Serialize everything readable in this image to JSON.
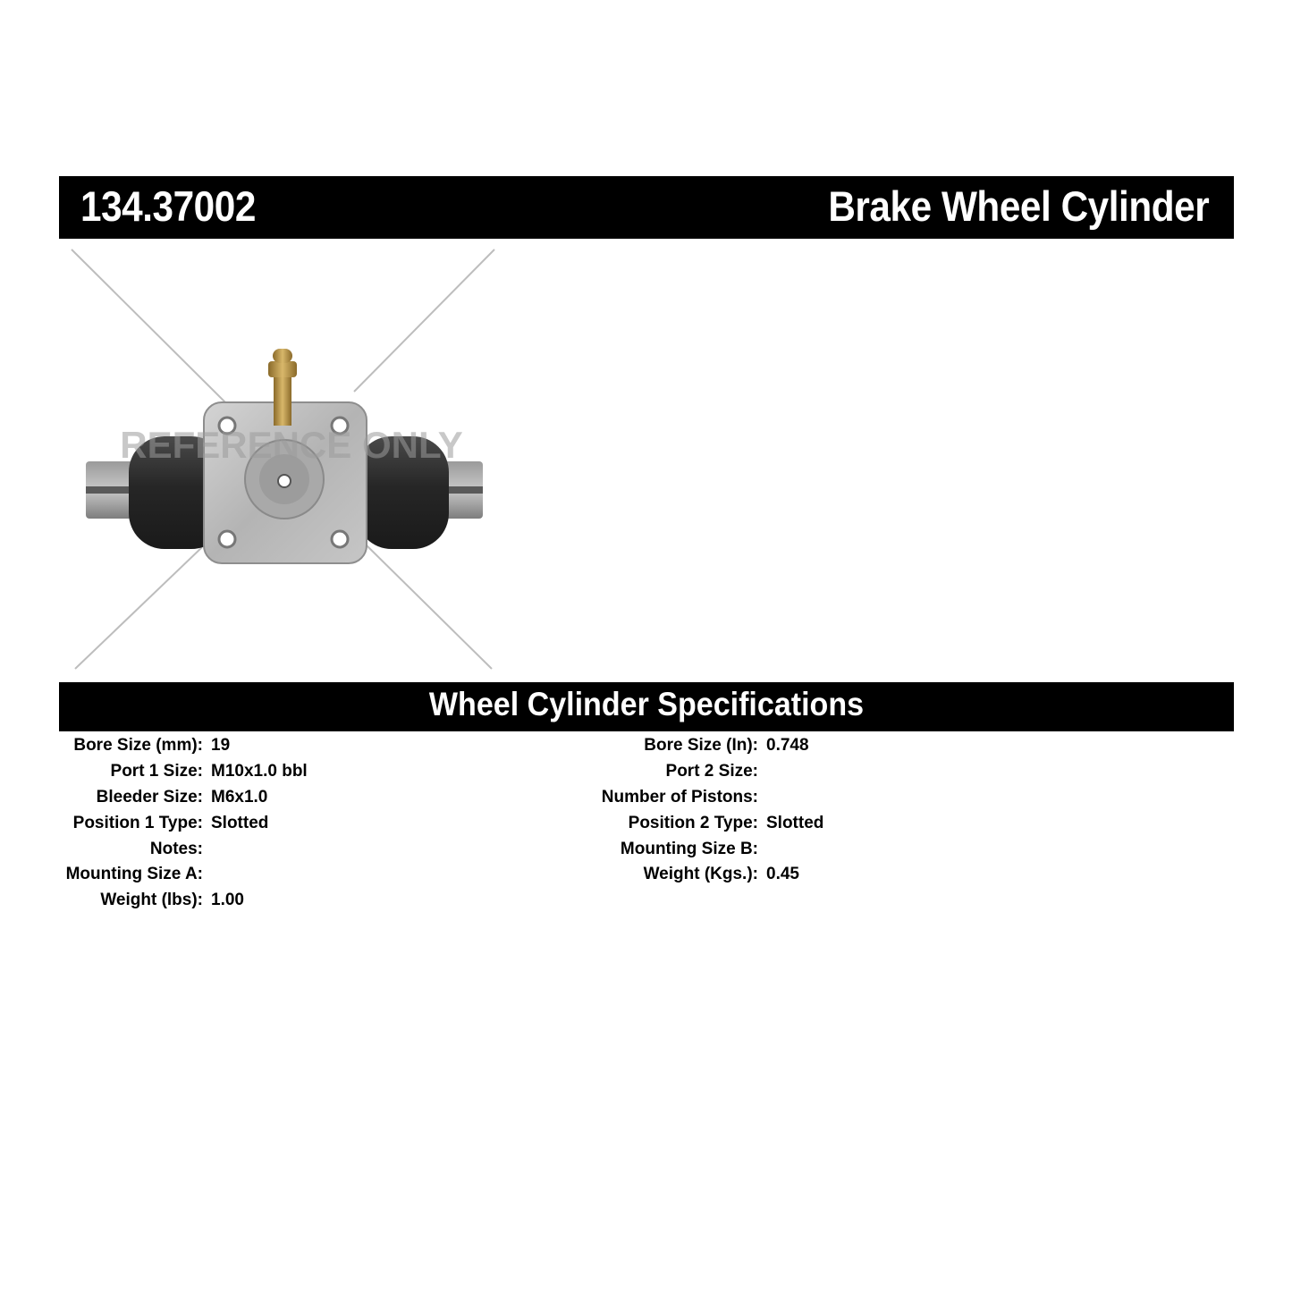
{
  "header": {
    "part_number": "134.37002",
    "product_title": "Brake Wheel Cylinder"
  },
  "image": {
    "watermark": "REFERENCE ONLY",
    "icon": "wheel-cylinder-photo"
  },
  "specs": {
    "title": "Wheel Cylinder Specifications",
    "left": [
      {
        "label": "Bore Size (mm):",
        "value": "19"
      },
      {
        "label": "Port 1 Size:",
        "value": "M10x1.0 bbl"
      },
      {
        "label": "Bleeder Size:",
        "value": "M6x1.0"
      },
      {
        "label": "Position 1 Type:",
        "value": "Slotted"
      },
      {
        "label": "Notes:",
        "value": ""
      },
      {
        "label": "Mounting Size A:",
        "value": ""
      },
      {
        "label": "Weight (lbs):",
        "value": "1.00"
      }
    ],
    "right": [
      {
        "label": "Bore Size (In):",
        "value": "0.748"
      },
      {
        "label": "Port 2 Size:",
        "value": ""
      },
      {
        "label": "Number of Pistons:",
        "value": ""
      },
      {
        "label": "Position 2 Type:",
        "value": "Slotted"
      },
      {
        "label": "Mounting Size B:",
        "value": ""
      },
      {
        "label": "Weight (Kgs.):",
        "value": "0.45"
      }
    ]
  },
  "colors": {
    "bar_bg": "#000000",
    "bar_text": "#ffffff",
    "rubber": "#2b2b2b",
    "metal": "#b9b9b9"
  }
}
